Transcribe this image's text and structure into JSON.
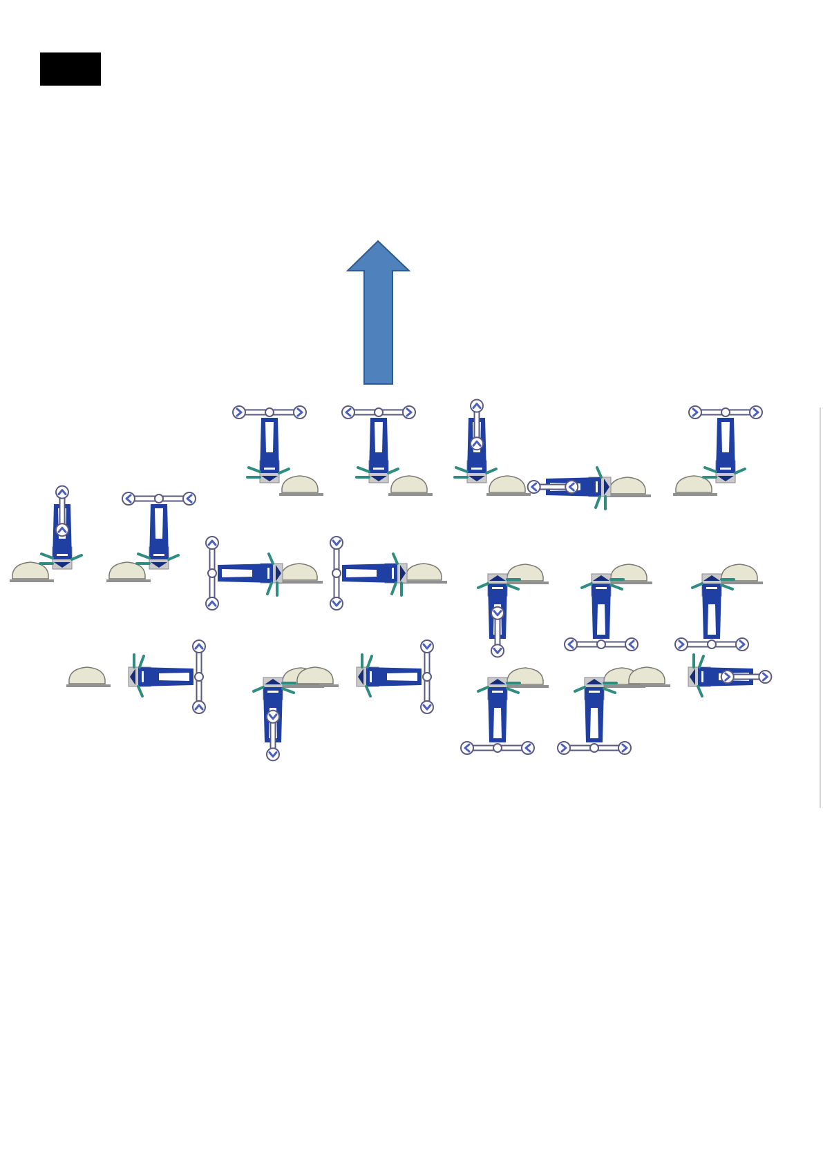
{
  "colors": {
    "arrow_fill": "#4f81bd",
    "arrow_stroke": "#2f5a8c",
    "device_blue": "#1f3fa3",
    "device_dark": "#162e7a",
    "housing_grey": "#c9c9cc",
    "rest_fill": "#e6e6d2",
    "rest_stroke": "#7a7a72",
    "base_plate": "#909090",
    "lever_green": "#2f8c80",
    "bar_fill": "#ffffff",
    "bar_stroke": "#5a5a80",
    "knob_icon": "#4a5fc0"
  },
  "legend_box": {
    "fill": "#000000"
  },
  "main_arrow": {
    "direction": "up",
    "icon": "arrow-up-icon"
  },
  "configurations": {
    "row1": [
      {
        "name": "config-r1-1",
        "orientation": "up",
        "bar": "horizontal",
        "knob_dirs": [
          "right",
          "right"
        ]
      },
      {
        "name": "config-r1-2",
        "orientation": "up",
        "bar": "horizontal",
        "knob_dirs": [
          "left",
          "right"
        ]
      },
      {
        "name": "config-r1-3",
        "orientation": "up",
        "bar": "vertical-arm",
        "knob_dirs": [
          "up",
          "up"
        ]
      },
      {
        "name": "config-r1-4",
        "orientation": "left",
        "bar": "horizontal-arm",
        "knob_dirs": [
          "left",
          "left"
        ]
      },
      {
        "name": "config-r1-5",
        "orientation": "up",
        "bar": "horizontal",
        "knob_dirs": [
          "right",
          "right"
        ]
      }
    ],
    "row2": [
      {
        "name": "config-r2-1",
        "orientation": "up",
        "bar": "vertical-arm",
        "knob_dirs": [
          "up",
          "up"
        ]
      },
      {
        "name": "config-r2-2",
        "orientation": "up",
        "bar": "horizontal",
        "knob_dirs": [
          "left",
          "left"
        ]
      },
      {
        "name": "config-r2-3",
        "orientation": "left",
        "bar": "vertical",
        "knob_dirs": [
          "up",
          "up"
        ]
      },
      {
        "name": "config-r2-4",
        "orientation": "left",
        "bar": "vertical",
        "knob_dirs": [
          "down",
          "down"
        ]
      },
      {
        "name": "config-r2-5",
        "orientation": "down",
        "bar": "vertical-arm",
        "knob_dirs": [
          "down",
          "down"
        ]
      },
      {
        "name": "config-r2-6",
        "orientation": "down",
        "bar": "horizontal",
        "knob_dirs": [
          "left",
          "left"
        ]
      },
      {
        "name": "config-r2-7",
        "orientation": "down",
        "bar": "horizontal",
        "knob_dirs": [
          "right",
          "right"
        ]
      }
    ],
    "row3": [
      {
        "name": "config-r3-1",
        "orientation": "right",
        "bar": "vertical",
        "knob_dirs": [
          "up",
          "up"
        ]
      },
      {
        "name": "config-r3-2",
        "orientation": "down",
        "bar": "vertical-arm",
        "knob_dirs": [
          "down",
          "down"
        ]
      },
      {
        "name": "config-r3-3",
        "orientation": "right",
        "bar": "vertical",
        "knob_dirs": [
          "down",
          "down"
        ]
      },
      {
        "name": "config-r3-4",
        "orientation": "down",
        "bar": "horizontal",
        "knob_dirs": [
          "left",
          "left"
        ]
      },
      {
        "name": "config-r3-5",
        "orientation": "down",
        "bar": "horizontal",
        "knob_dirs": [
          "right",
          "right"
        ]
      },
      {
        "name": "config-r3-6",
        "orientation": "right",
        "bar": "horizontal-arm",
        "knob_dirs": [
          "right",
          "right"
        ]
      }
    ]
  }
}
